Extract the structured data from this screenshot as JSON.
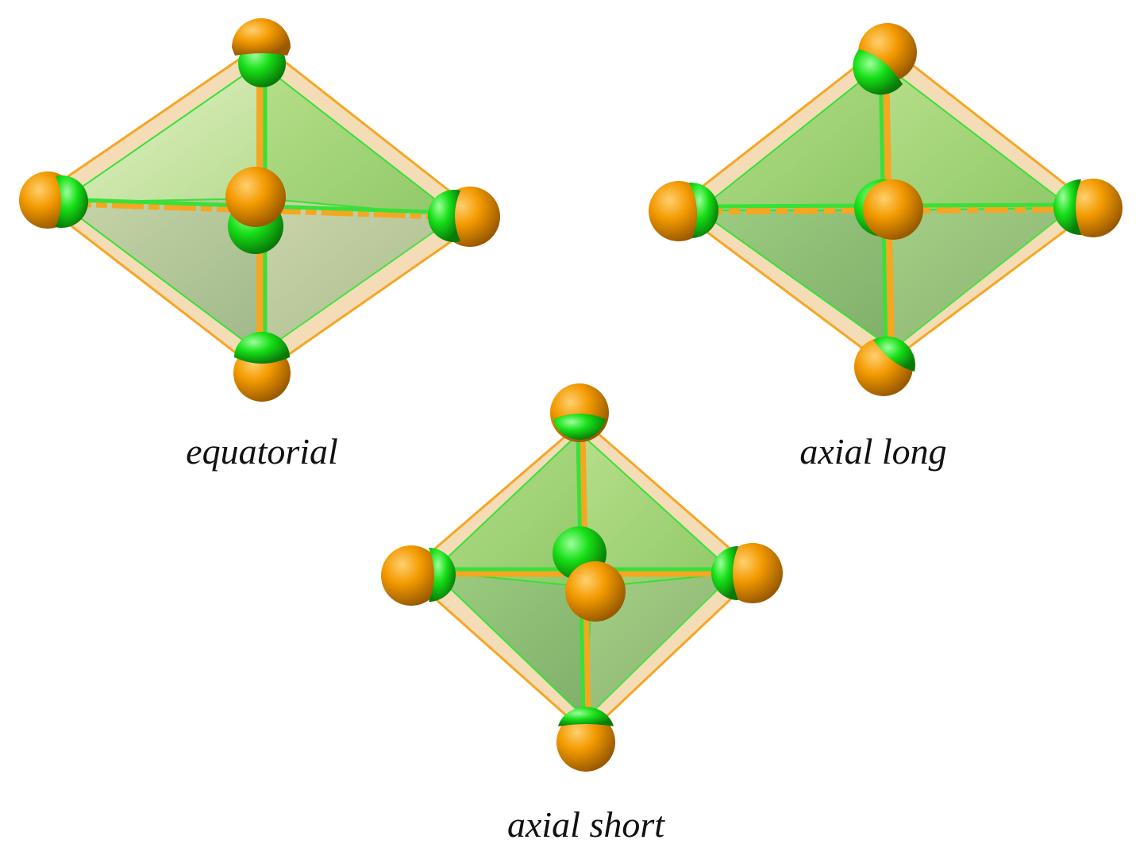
{
  "diagram": {
    "panels": [
      {
        "id": "equatorial",
        "caption": "equatorial"
      },
      {
        "id": "axial-long",
        "caption": "axial long"
      },
      {
        "id": "axial-short",
        "caption": "axial short"
      }
    ]
  },
  "colors": {
    "atom_orange": "#f39a00",
    "atom_green": "#18e018",
    "polyhedron_green": "#8fd06a",
    "polyhedron_orange": "#f0c080",
    "edge_orange": "#f5a623",
    "edge_green": "#39e039",
    "background": "#ffffff"
  }
}
